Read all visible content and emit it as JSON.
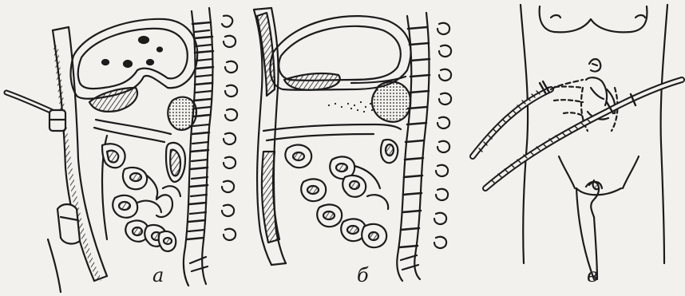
{
  "figure": {
    "panel_labels": [
      "а",
      "б",
      "в"
    ]
  },
  "colors": {
    "ink": "#1c1c1c",
    "paper": "#f2f1ee"
  }
}
